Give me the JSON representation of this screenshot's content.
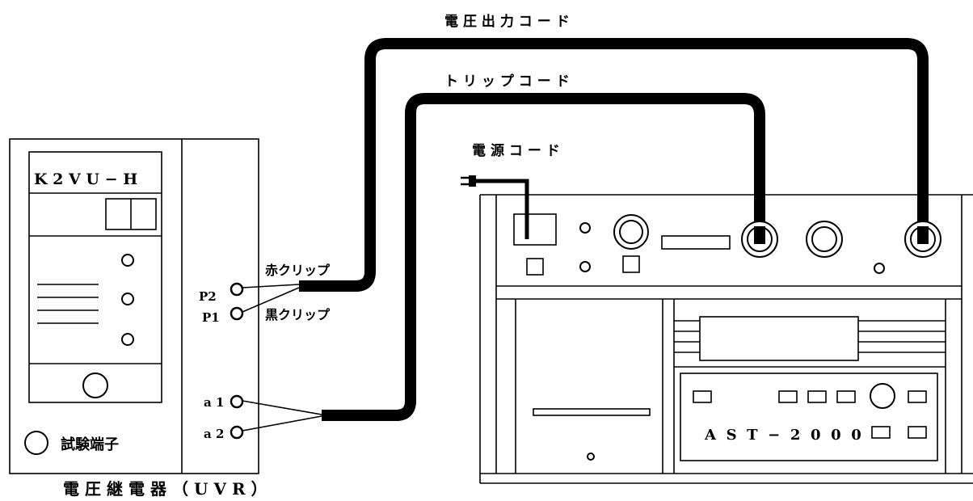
{
  "cords": {
    "voltage_output": "電圧出力コード",
    "trip": "トリップコード",
    "power": "電源コード"
  },
  "relay": {
    "model": "K2VU−H",
    "caption": "電圧継電器（UVR）",
    "test_terminal": "試験端子",
    "terminals": {
      "p2": "P2",
      "p1": "P1",
      "a1": "a1",
      "a2": "a2"
    }
  },
  "clips": {
    "red": "赤クリップ",
    "black": "黒クリップ"
  },
  "tester": {
    "model": "AST−2000"
  }
}
